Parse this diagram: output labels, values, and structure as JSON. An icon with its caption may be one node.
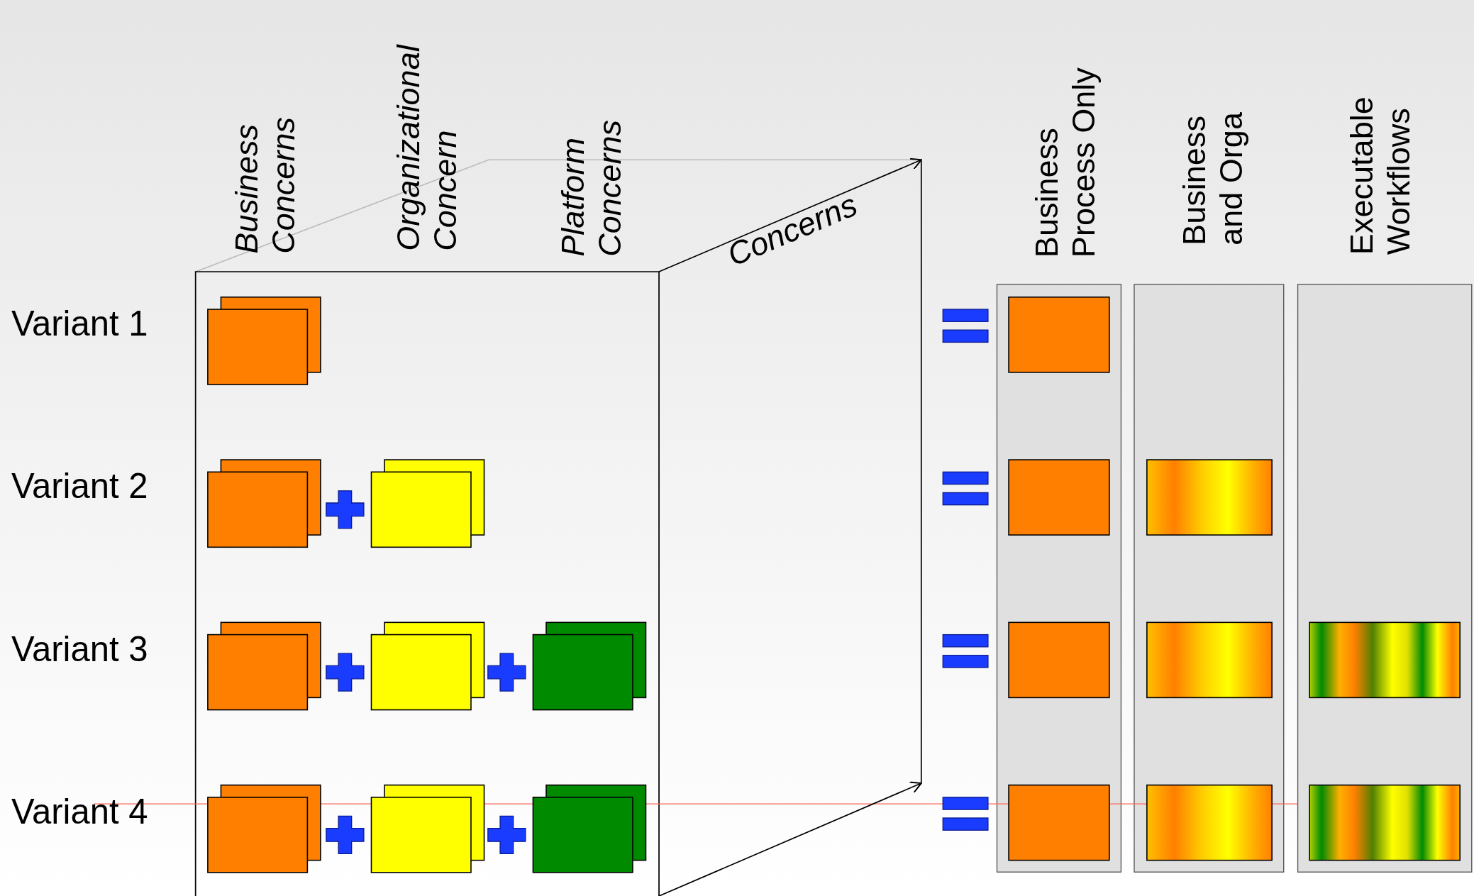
{
  "diagram": {
    "nodes": [
      {
        "text": [
          "Business Process Only"
        ]
      },
      {
        "text": [
          "Business and Orga"
        ]
      },
      {
        "text": [
          "Executable Workflows"
        ]
      }
    ],
    "labels": [
      "Business Concerns",
      "Organizational Concern",
      "Platform Concerns",
      "Concerns",
      "Variant 1",
      "Variant 2",
      "Variant 3",
      "Variant 4"
    ]
  }
}
